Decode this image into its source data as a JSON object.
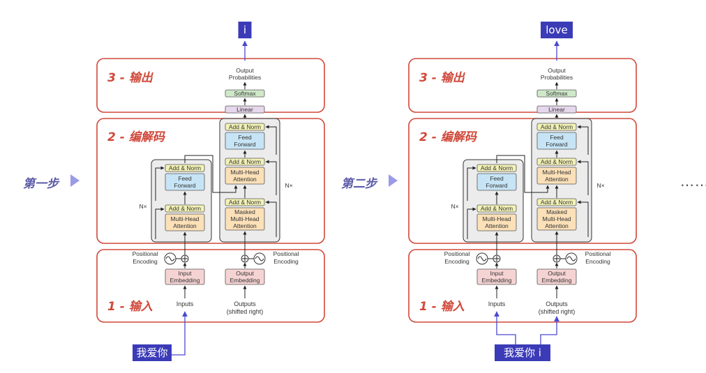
{
  "steps": [
    {
      "step_label": "第一步",
      "output_token": "i",
      "input_token": "我爱你",
      "section_output": "3 - 输出",
      "section_codec": "2 - 编解码",
      "section_input": "1 - 输入",
      "output_probabilities": [
        "Output",
        "Probabilities"
      ],
      "softmax": "Softmax",
      "linear": "Linear",
      "add_norm": "Add & Norm",
      "feed_forward": [
        "Feed",
        "Forward"
      ],
      "multi_head_attention": [
        "Multi-Head",
        "Attention"
      ],
      "masked_multi_head_attention": [
        "Masked",
        "Multi-Head",
        "Attention"
      ],
      "nx": "N×",
      "positional_encoding": [
        "Positional",
        "Encoding"
      ],
      "input_embedding": [
        "Input",
        "Embedding"
      ],
      "output_embedding": [
        "Output",
        "Embedding"
      ],
      "inputs": "Inputs",
      "outputs": [
        "Outputs",
        "(shifted right)"
      ]
    },
    {
      "step_label": "第二步",
      "output_token": "love",
      "input_token": "我爱你 i",
      "section_output": "3 - 输出",
      "section_codec": "2 - 编解码",
      "section_input": "1 - 输入",
      "output_probabilities": [
        "Output",
        "Probabilities"
      ],
      "softmax": "Softmax",
      "linear": "Linear",
      "add_norm": "Add & Norm",
      "feed_forward": [
        "Feed",
        "Forward"
      ],
      "multi_head_attention": [
        "Multi-Head",
        "Attention"
      ],
      "masked_multi_head_attention": [
        "Masked",
        "Multi-Head",
        "Attention"
      ],
      "nx": "N×",
      "positional_encoding": [
        "Positional",
        "Encoding"
      ],
      "input_embedding": [
        "Input",
        "Embedding"
      ],
      "output_embedding": [
        "Output",
        "Embedding"
      ],
      "inputs": "Inputs",
      "outputs": [
        "Outputs",
        "(shifted right)"
      ]
    }
  ],
  "ellipsis": "……",
  "colors": {
    "section_border": "#d0483a",
    "token_bg": "#3b3bb8",
    "token_line": "#4a4ad0",
    "arrow": "#9b9be8",
    "add_norm": "#f3f2b6",
    "feed_forward": "#c6e4f5",
    "attention": "#fbe0b8",
    "embedding": "#f6d3d3",
    "softmax": "#cfe8c9",
    "linear": "#e6d7ec",
    "stack_bg": "#ececec"
  }
}
